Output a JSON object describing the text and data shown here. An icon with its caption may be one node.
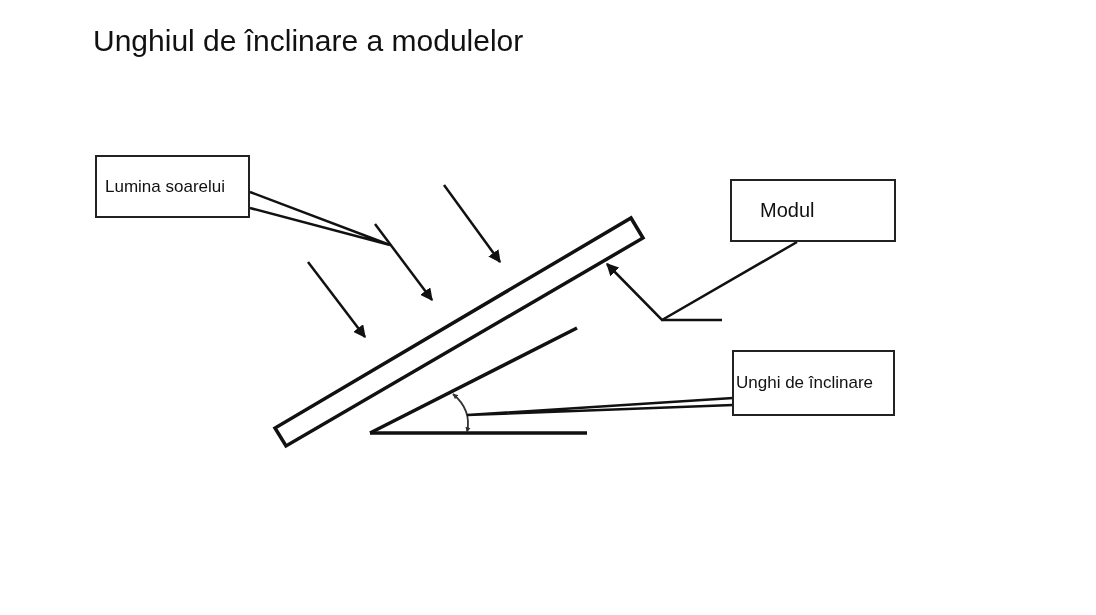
{
  "diagram": {
    "title": "Unghiul de înclinare a modulelor",
    "nodes": [
      {
        "text": [
          "Lumina soarelui"
        ]
      },
      {
        "text": [
          "Modul"
        ]
      },
      {
        "text": [
          "Unghi de înclinare"
        ]
      },
      {
        "text": [],
        "shape": "bar"
      },
      {
        "text": [],
        "shape": "arrow"
      },
      {
        "text": [],
        "shape": "arc"
      }
    ],
    "edges": [
      {
        "from": 0,
        "to": 4,
        "arrow": "none"
      },
      {
        "from": 1,
        "to": 3,
        "arrow": "to"
      },
      {
        "from": 2,
        "to": 5,
        "arrow": "none"
      }
    ]
  }
}
